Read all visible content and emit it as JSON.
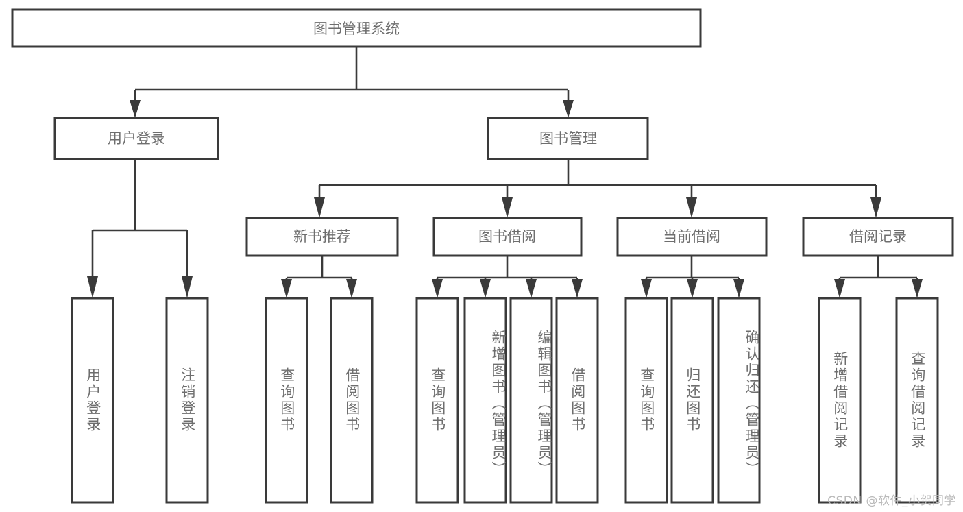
{
  "diagram": {
    "title": "图书管理系统",
    "type": "tree-hierarchy",
    "root": {
      "label": "图书管理系统"
    },
    "level1": [
      {
        "label": "用户登录"
      },
      {
        "label": "图书管理"
      }
    ],
    "level2": [
      {
        "label": "新书推荐"
      },
      {
        "label": "图书借阅"
      },
      {
        "label": "当前借阅"
      },
      {
        "label": "借阅记录"
      }
    ],
    "leaves": {
      "user_login": [
        {
          "label": "用户登录"
        },
        {
          "label": "注销登录"
        }
      ],
      "new_book_recommend": [
        {
          "label": "查询图书"
        },
        {
          "label": "借阅图书"
        }
      ],
      "book_borrow": [
        {
          "label": "查询图书"
        },
        {
          "label": "新增图书（管理员）"
        },
        {
          "label": "编辑图书（管理员）"
        },
        {
          "label": "借阅图书"
        }
      ],
      "current_borrow": [
        {
          "label": "查询图书"
        },
        {
          "label": "归还图书"
        },
        {
          "label": "确认归还（管理员）"
        }
      ],
      "borrow_record": [
        {
          "label": "新增借阅记录"
        },
        {
          "label": "查询借阅记录"
        }
      ]
    }
  },
  "watermark": {
    "text": "CSDN @软件_小贺同学"
  },
  "colors": {
    "stroke": "#3a3a3a",
    "text": "#6e6e6e",
    "background": "#ffffff",
    "watermark": "#b9b9b9"
  }
}
